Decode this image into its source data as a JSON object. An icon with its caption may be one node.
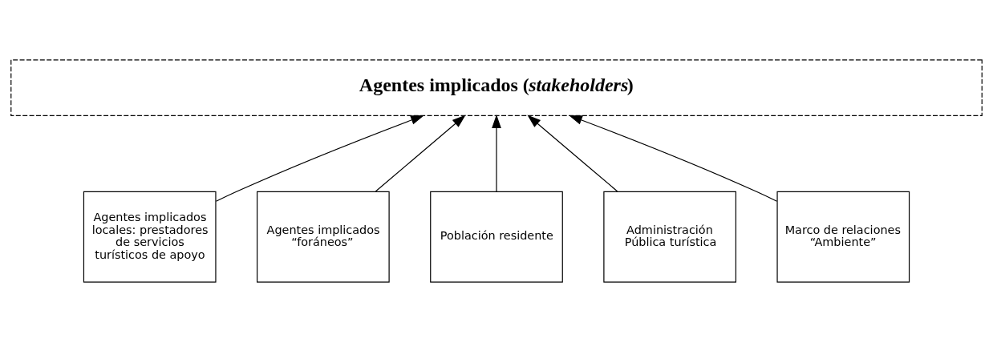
{
  "diagram": {
    "nodes": [
      {
        "text": [
          "Agentes implicados (*stakeholders*)"
        ]
      },
      {
        "text": [
          "Agentes implicados locales: prestadores de servicios turísticos de apoyo"
        ]
      },
      {
        "text": [
          "Agentes implicados “foráneos”"
        ]
      },
      {
        "text": [
          "Población residente"
        ]
      },
      {
        "text": [
          "Administración Pública turística"
        ]
      },
      {
        "text": [
          "Marco de relaciones “Ambiente”"
        ]
      }
    ],
    "edges": [
      {
        "from": 1,
        "to": 0,
        "arrow": "to"
      },
      {
        "from": 2,
        "to": 0,
        "arrow": "to"
      },
      {
        "from": 3,
        "to": 0,
        "arrow": "to"
      },
      {
        "from": 4,
        "to": 0,
        "arrow": "to"
      },
      {
        "from": 5,
        "to": 0,
        "arrow": "to"
      }
    ]
  }
}
